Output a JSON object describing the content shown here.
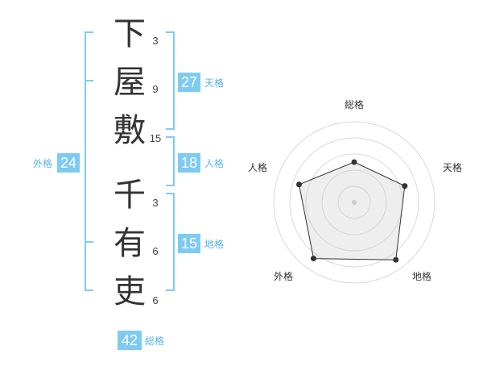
{
  "surname": [
    {
      "char": "下",
      "strokes": "3"
    },
    {
      "char": "屋",
      "strokes": "9"
    },
    {
      "char": "敷",
      "strokes": "15"
    }
  ],
  "given": [
    {
      "char": "千",
      "strokes": "3"
    },
    {
      "char": "有",
      "strokes": "6"
    },
    {
      "char": "吏",
      "strokes": "6"
    }
  ],
  "kakusu": {
    "tenkaku": {
      "value": "27",
      "label": "天格"
    },
    "jinkaku": {
      "value": "18",
      "label": "人格"
    },
    "chikaku": {
      "value": "15",
      "label": "地格"
    },
    "gaikaku": {
      "value": "24",
      "label": "外格"
    },
    "soukaku": {
      "value": "42",
      "label": "総格"
    }
  },
  "colors": {
    "accent": "#7ecbf2",
    "bracket": "#7ecbf2",
    "accent_text": "#56b4e8"
  },
  "chart_data": {
    "type": "radar",
    "axes": [
      "総格",
      "天格",
      "地格",
      "外格",
      "人格"
    ],
    "values": [
      2.5,
      3.3,
      4.4,
      4.3,
      3.6
    ],
    "rlim": [
      0,
      5
    ],
    "rings": 5,
    "grid": true
  }
}
